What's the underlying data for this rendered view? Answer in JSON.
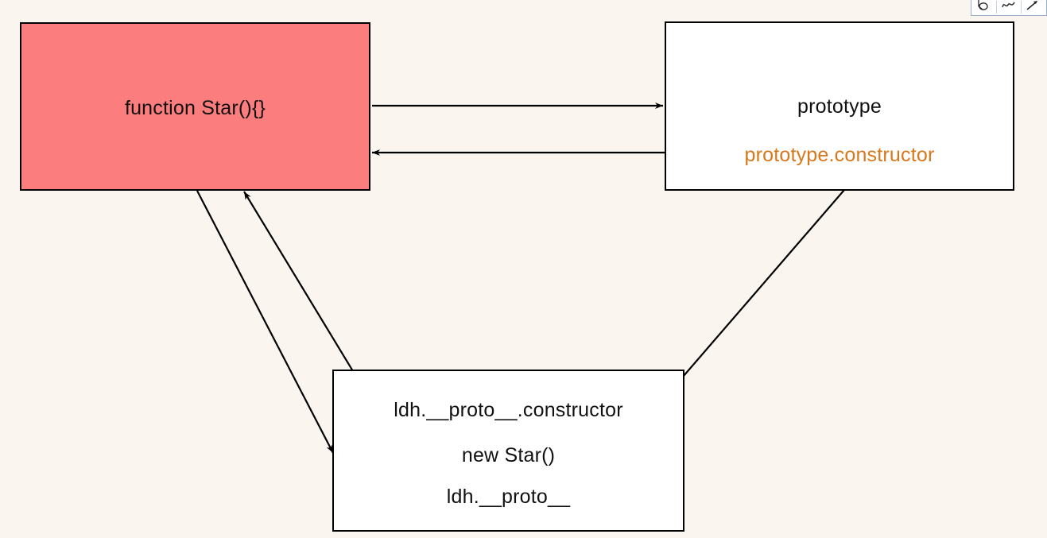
{
  "canvas": {
    "background_color": "#faf6ef",
    "stroke_color": "#000000"
  },
  "nodes": {
    "star": {
      "name": "function-star-box",
      "label": "function Star(){}",
      "fill_color": "#fc7d7d",
      "text_color": "#111111"
    },
    "prototype": {
      "name": "prototype-box",
      "label": "prototype",
      "constructor_label": "prototype.constructor",
      "fill_color": "#ffffff",
      "text_color": "#111111",
      "accent_color": "#d9781a"
    },
    "instance": {
      "name": "instance-box",
      "line1": "ldh.__proto__.constructor",
      "line2": "new Star()",
      "line3": "ldh.__proto__",
      "fill_color": "#ffffff",
      "text_color": "#111111"
    }
  },
  "connectors": [
    {
      "name": "star-to-prototype",
      "from": "function-star-box",
      "to": "prototype-box",
      "arrowhead": "end"
    },
    {
      "name": "prototype-constructor-to-star",
      "from": "prototype-box",
      "to": "function-star-box",
      "arrowhead": "end"
    },
    {
      "name": "star-to-instance",
      "from": "function-star-box",
      "to": "instance-box",
      "arrowhead": "end"
    },
    {
      "name": "instance-constructor-to-star",
      "from": "instance-box",
      "to": "function-star-box",
      "arrowhead": "end"
    },
    {
      "name": "prototype-to-instance-proto",
      "from": "prototype-box",
      "to": "instance-box",
      "arrowhead": "none"
    }
  ],
  "toolbar": {
    "name": "drawing-toolbar",
    "tools": [
      {
        "name": "shape-tool",
        "icon": "shape-icon"
      },
      {
        "name": "scribble-tool",
        "icon": "curve-icon"
      },
      {
        "name": "arrow-tool",
        "icon": "arrow-icon"
      }
    ]
  }
}
